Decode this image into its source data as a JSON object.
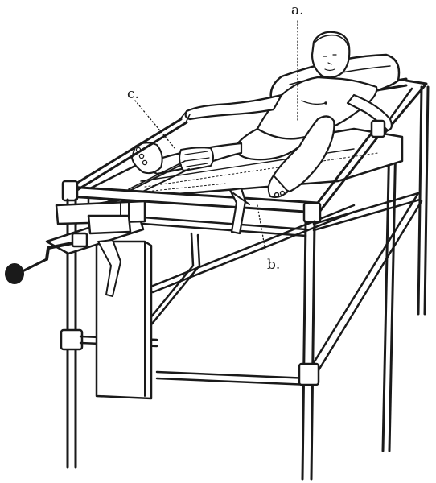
{
  "figure": {
    "labels": {
      "a": "a.",
      "b": "b.",
      "c": "c."
    }
  },
  "colors": {
    "ink": "#1a1a1a",
    "paper": "#ffffff"
  }
}
